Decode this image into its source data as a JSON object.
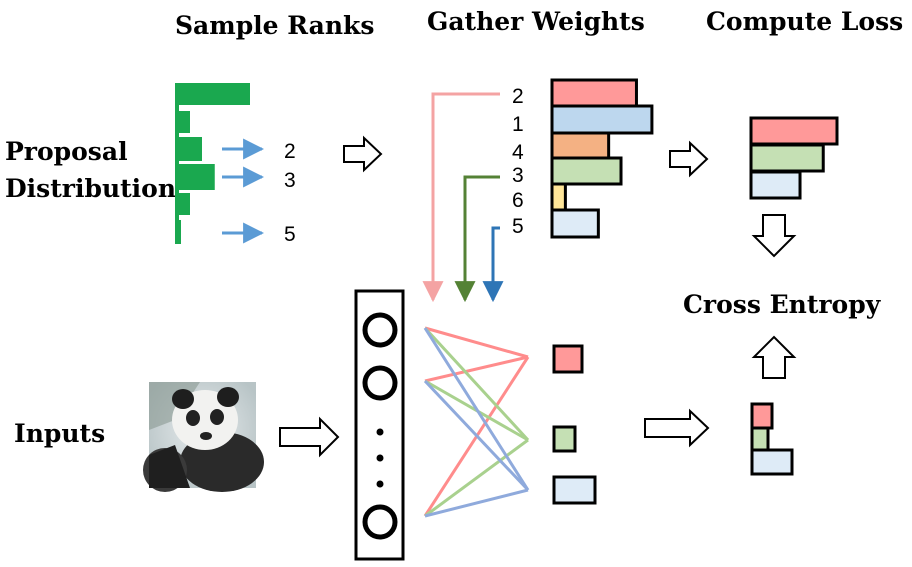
{
  "headers": {
    "sample_ranks": "Sample Ranks",
    "gather_weights": "Gather Weights",
    "compute_loss": "Compute Loss"
  },
  "labels": {
    "proposal_line1": "Proposal",
    "proposal_line2": "Distribution",
    "inputs": "Inputs",
    "cross_entropy": "Cross Entropy"
  },
  "proposal_distribution": {
    "bar_color": "#1aa84f",
    "bars": [
      1.0,
      0.2,
      0.36,
      0.53,
      0.2,
      0.08
    ]
  },
  "sampled_ranks": [
    "2",
    "3",
    "5"
  ],
  "sample_arrow_color": "#5b9bd5",
  "gathered_ranks": [
    "2",
    "1",
    "4",
    "3",
    "6",
    "5"
  ],
  "weight_bars": [
    {
      "color": "#ff9999",
      "length": 0.82
    },
    {
      "color": "#bdd7ee",
      "length": 0.97
    },
    {
      "color": "#f4b183",
      "length": 0.55
    },
    {
      "color": "#c5e0b4",
      "length": 0.67
    },
    {
      "color": "#ffe699",
      "length": 0.13
    },
    {
      "color": "#deebf7",
      "length": 0.45
    }
  ],
  "loss_bars": [
    {
      "color": "#ff9999",
      "length": 1.0
    },
    {
      "color": "#c5e0b4",
      "length": 0.84
    },
    {
      "color": "#deebf7",
      "length": 0.57
    }
  ],
  "output_bars": [
    {
      "color": "#ff9999",
      "length": 0.5
    },
    {
      "color": "#c5e0b4",
      "length": 0.4
    },
    {
      "color": "#deebf7",
      "length": 1.0
    }
  ],
  "output_squares": [
    {
      "color": "#ff9999"
    },
    {
      "color": "#c5e0b4"
    },
    {
      "color": "#deebf7"
    }
  ],
  "gather_colors": [
    "#f4a3a3",
    "#548235",
    "#2e75b6"
  ],
  "connection_colors": [
    "#ff8c8c",
    "#a9d18e",
    "#8faadc"
  ]
}
